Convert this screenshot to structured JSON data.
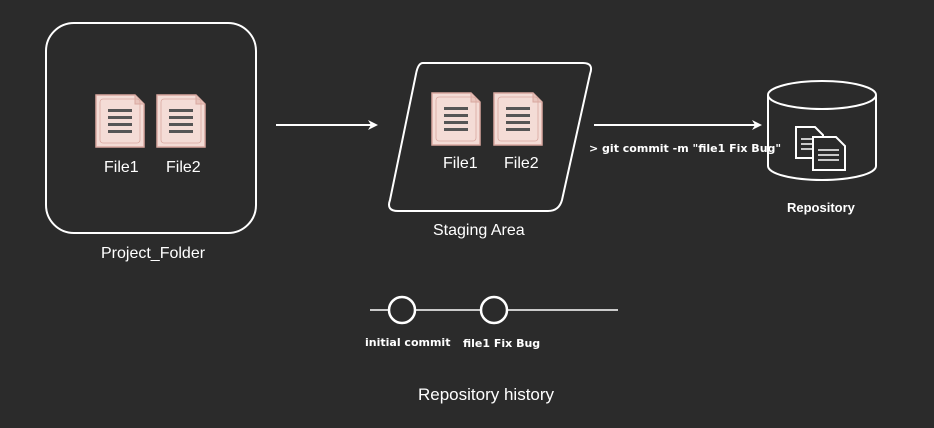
{
  "project_folder": {
    "caption": "Project_Folder",
    "files": [
      "File1",
      "File2"
    ]
  },
  "staging_area": {
    "caption": "Staging Area",
    "files": [
      "File1",
      "File2"
    ]
  },
  "commit_command": "> git commit -m \"file1 Fix Bug\"",
  "repository": {
    "caption": "Repository"
  },
  "history": {
    "title": "Repository history",
    "commits": [
      "initial commit",
      "file1 Fix Bug"
    ]
  },
  "icons": {
    "file": "document-icon",
    "repository": "database-icon",
    "copy": "copy-documents-icon"
  },
  "colors": {
    "background": "#2b2b2b",
    "stroke": "#ffffff",
    "file_fill": "#f4dcd6",
    "file_stroke": "#d9a8a0",
    "file_lines": "#555555"
  }
}
